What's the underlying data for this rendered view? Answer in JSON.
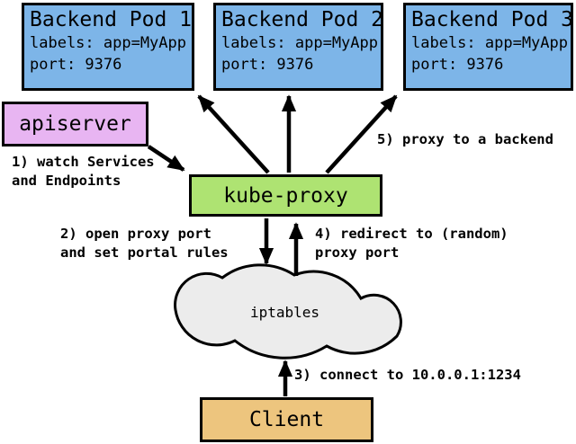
{
  "colors": {
    "pod_blue": "#7db5e8",
    "apiserver_purple": "#e8b5f2",
    "kube_proxy_green": "#aee372",
    "cloud_gray": "#ececec",
    "client_tan": "#edc57e",
    "line_black": "#000000"
  },
  "pods": [
    {
      "title": "Backend Pod 1",
      "labels": "labels: app=MyApp",
      "port": "port: 9376"
    },
    {
      "title": "Backend Pod 2",
      "labels": "labels: app=MyApp",
      "port": "port: 9376"
    },
    {
      "title": "Backend Pod 3",
      "labels": "labels: app=MyApp",
      "port": "port: 9376"
    }
  ],
  "apiserver": {
    "label": "apiserver"
  },
  "kube_proxy": {
    "label": "kube-proxy"
  },
  "iptables": {
    "label": "iptables"
  },
  "client": {
    "label": "Client"
  },
  "steps": {
    "step1": {
      "line1": "1) watch Services",
      "line2": "and Endpoints"
    },
    "step2": {
      "line1": "2) open proxy port",
      "line2": "and set portal rules"
    },
    "step3": {
      "line1": "3) connect to 10.0.0.1:1234"
    },
    "step4": {
      "line1": "4) redirect to (random)",
      "line2": "proxy port"
    },
    "step5": {
      "line1": "5) proxy to a backend"
    }
  }
}
